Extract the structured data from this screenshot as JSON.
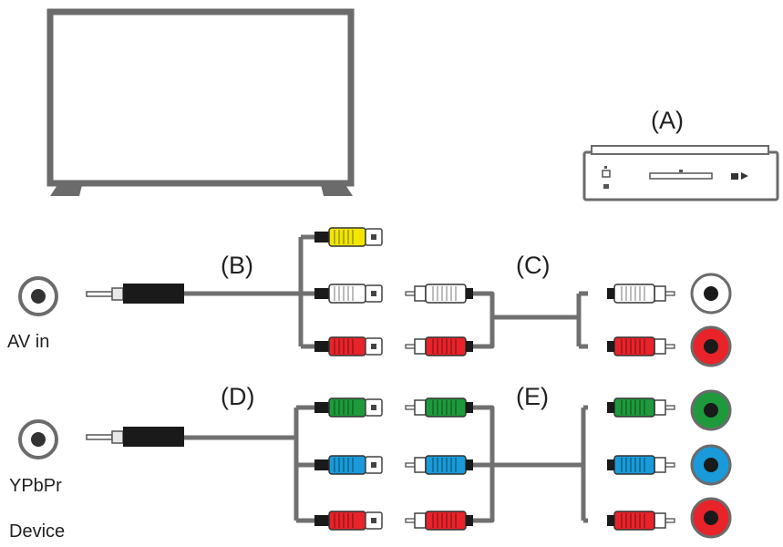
{
  "labels": {
    "a": "(A)",
    "b": "(B)",
    "c": "(C)",
    "d": "(D)",
    "e": "(E)",
    "av_in": "AV in",
    "ypbpr": "YPbPr",
    "device": "Device"
  },
  "colors": {
    "outline": "#6b6b6b",
    "cable": "#707070",
    "yellow": "#f2e600",
    "white": "#ffffff",
    "red": "#e8232a",
    "green": "#1e9a3c",
    "blue": "#1a9ad8",
    "jack_black": "#1a1a1a"
  },
  "icons": {
    "tv": "tv-icon",
    "player": "dvd-player-icon",
    "av_port": "audio-jack-port-icon",
    "ypbpr_port": "audio-jack-port-icon"
  }
}
